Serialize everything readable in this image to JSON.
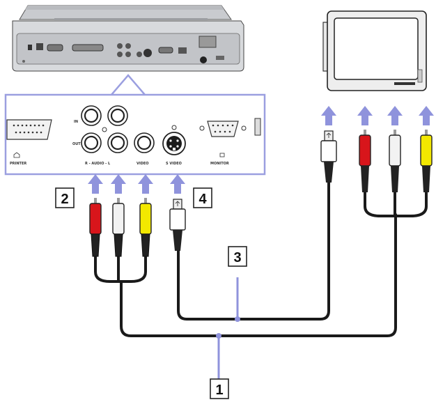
{
  "panel_labels": {
    "in": "IN",
    "out": "OUT",
    "printer": "PRINTER",
    "audio": "R - AUDIO - L",
    "video": "VIDEO",
    "svideo": "S VIDEO",
    "monitor": "MONITOR"
  },
  "callouts": [
    {
      "number": "1"
    },
    {
      "number": "2"
    },
    {
      "number": "3"
    },
    {
      "number": "4"
    }
  ],
  "colors": {
    "arrow": "#8f93dc",
    "panel_border": "#9b9fe0",
    "plug_red": "#d8151b",
    "plug_white": "#f2f2f2",
    "plug_yellow": "#f3e800",
    "cable": "#1a1a1a"
  }
}
